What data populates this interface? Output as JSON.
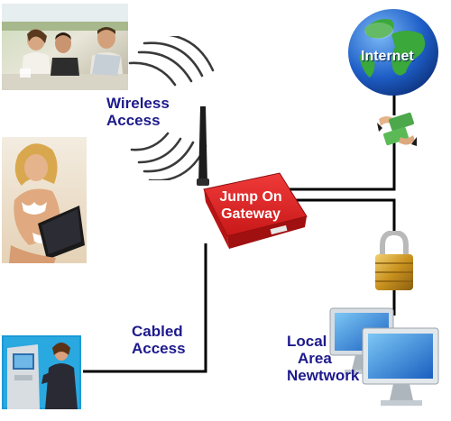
{
  "diagram": {
    "nodes": {
      "wireless": {
        "line1": "Wireless",
        "line2": "Access"
      },
      "cabled": {
        "line1": "Cabled",
        "line2": "Access"
      },
      "gateway": {
        "line1": "Jump On",
        "line2": "Gateway",
        "badge": "Jump On"
      },
      "internet": {
        "label": "Internet"
      },
      "lan": {
        "line1": "Local",
        "line2": "Area",
        "line3": "Newtwork"
      }
    },
    "colors": {
      "label_text": "#1e1a8c",
      "wire": "#000000",
      "gateway_body": "#d92121",
      "globe_ocean": "#1f5fc8",
      "globe_land": "#3aa83a"
    },
    "icons": [
      "laptop-users-photo",
      "beach-laptop-photo",
      "kiosk-photo",
      "antenna-icon",
      "wifi-signal-icon",
      "globe-icon",
      "money-exchange-icon",
      "padlock-icon",
      "monitors-icon"
    ]
  }
}
